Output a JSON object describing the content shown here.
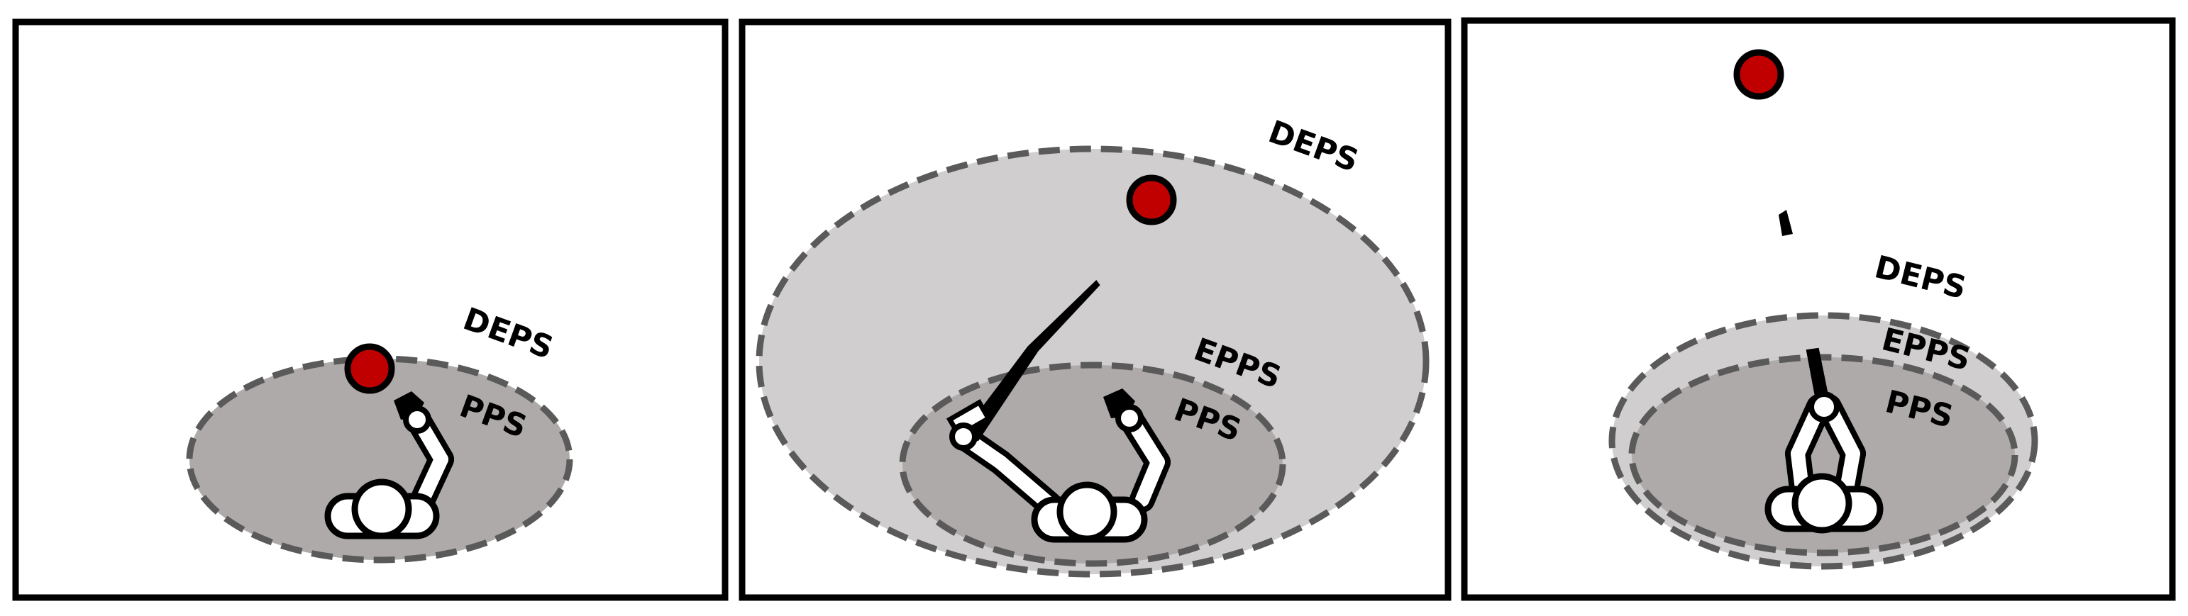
{
  "colors": {
    "frame": "#000000",
    "deps_fill": "#d0cecf",
    "pps_fill": "#aeaaa9",
    "dash_stroke": "#5a5a5a",
    "target": "#c00000",
    "robot_body": "#ffffff",
    "robot_outline": "#000000"
  },
  "panels": [
    {
      "labels": {
        "deps": "DEPS",
        "pps": "PPS"
      },
      "has_tool": false
    },
    {
      "labels": {
        "deps": "DEPS",
        "epps": "EPPS",
        "pps": "PPS"
      },
      "has_tool": true,
      "tool": "long-stick"
    },
    {
      "labels": {
        "deps": "DEPS",
        "epps": "EPPS",
        "pps": "PPS"
      },
      "has_tool": true,
      "tool": "short-stick"
    }
  ]
}
